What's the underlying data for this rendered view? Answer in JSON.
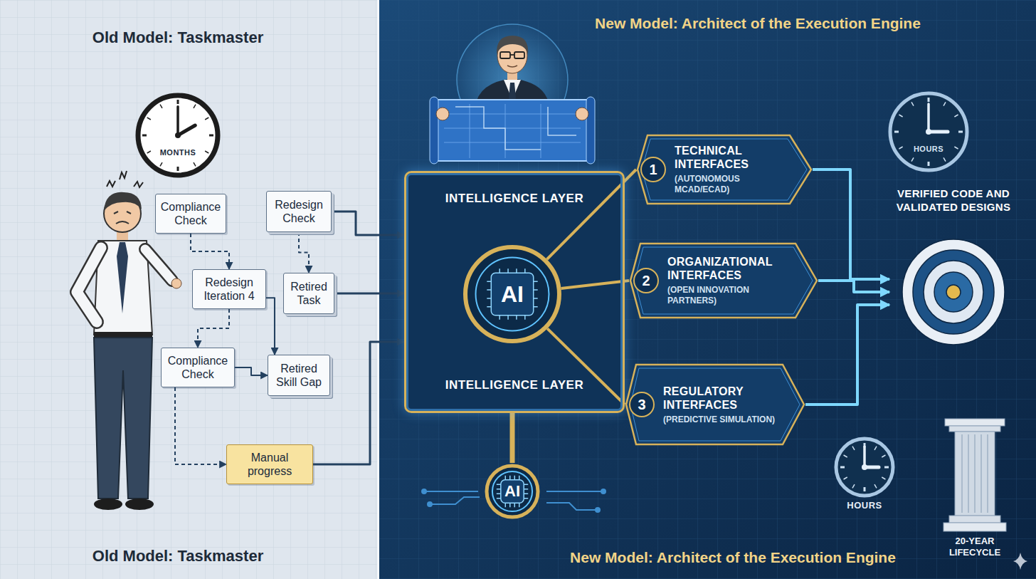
{
  "diagram": {
    "nodes": [
      {
        "text": [
          "MONTHS"
        ]
      },
      {
        "text": [
          "Compliance Check"
        ]
      },
      {
        "text": [
          "Redesign Check"
        ]
      },
      {
        "text": [
          "Redesign Iteration 4"
        ]
      },
      {
        "text": [
          "Retired Task"
        ]
      },
      {
        "text": [
          "Compliance Check"
        ]
      },
      {
        "text": [
          "Retired Skill Gap"
        ]
      },
      {
        "text": [
          "Manual progress"
        ]
      },
      {
        "text": [
          "INTELLIGENCE LAYER",
          "INTELLIGENCE LAYER"
        ]
      },
      {
        "text": [
          "AI"
        ],
        "in": 8
      },
      {
        "text": [
          "1",
          "TECHNICAL INTERFACES",
          "(AUTONOMOUS MCAD/ECAD)"
        ]
      },
      {
        "text": [
          "2",
          "ORGANIZATIONAL INTERFACES",
          "(OPEN INNOVATION PARTNERS)"
        ]
      },
      {
        "text": [
          "3",
          "REGULATORY INTERFACES",
          "(PREDICTIVE SIMULATION)"
        ]
      },
      {
        "text": [
          "HOURS"
        ]
      },
      {
        "text": [
          "VERIFIED CODE AND VALIDATED DESIGNS"
        ]
      },
      {
        "text": [
          "HOURS"
        ]
      },
      {
        "text": [
          "20-YEAR LIFECYCLE"
        ]
      },
      {
        "text": [
          "AI"
        ]
      }
    ],
    "edges": [
      {
        "from": 1,
        "to": 3,
        "arrow": "to"
      },
      {
        "from": 2,
        "to": 4,
        "arrow": "to"
      },
      {
        "from": 3,
        "to": 5,
        "arrow": "to"
      },
      {
        "from": 3,
        "to": 6,
        "arrow": "to"
      },
      {
        "from": 5,
        "to": 6,
        "arrow": "to"
      },
      {
        "from": 5,
        "to": 7,
        "arrow": "to"
      },
      {
        "from": 2,
        "to": 8,
        "arrow": "to"
      },
      {
        "from": 4,
        "to": 8,
        "arrow": "to"
      },
      {
        "from": 7,
        "to": 8,
        "arrow": "to"
      },
      {
        "from": 9,
        "to": 10,
        "arrow": "none"
      },
      {
        "from": 9,
        "to": 11,
        "arrow": "none"
      },
      {
        "from": 9,
        "to": 12,
        "arrow": "none"
      },
      {
        "from": 10,
        "to": 14,
        "arrow": "to"
      },
      {
        "from": 11,
        "to": 14,
        "arrow": "to"
      },
      {
        "from": 12,
        "to": 14,
        "arrow": "to"
      },
      {
        "from": 8,
        "to": 17,
        "arrow": "none"
      }
    ],
    "labels": [
      "Old Model: Taskmaster",
      "New Model: Architect of the Execution Engine",
      "Old Model: Taskmaster",
      "New Model: Architect of the Execution Engine"
    ]
  }
}
